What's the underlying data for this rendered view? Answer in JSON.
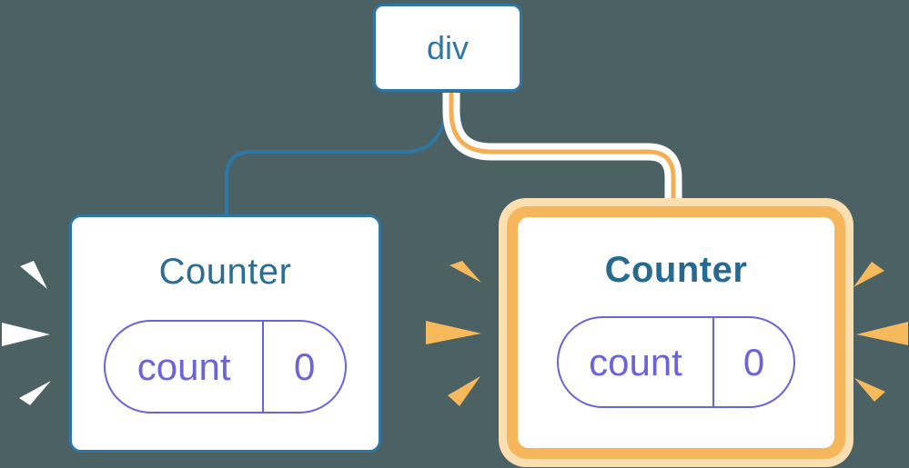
{
  "canvas": {
    "background": "#4b6164"
  },
  "root_node": {
    "label": "div"
  },
  "cards": [
    {
      "title": "Counter",
      "state": {
        "key": "count",
        "value": "0"
      },
      "highlighted": false
    },
    {
      "title": "Counter",
      "state": {
        "key": "count",
        "value": "0"
      },
      "highlighted": true
    }
  ],
  "icons": {
    "left_bursts": "emphasis-burst-white",
    "right_bursts": "emphasis-burst-orange"
  },
  "colors": {
    "node_blue": "#2e76a4",
    "title_blue": "#2b6e93",
    "title_blue_bold": "#266a92",
    "state_purple": "#6a64d8",
    "highlight_orange": "#f6b65c",
    "highlight_orange_light": "#fbdfb1",
    "connector_orange": "#f5ae53",
    "connector_casing": "#ffffff",
    "burst_white": "#ffffff",
    "burst_orange": "#f6b95c"
  }
}
